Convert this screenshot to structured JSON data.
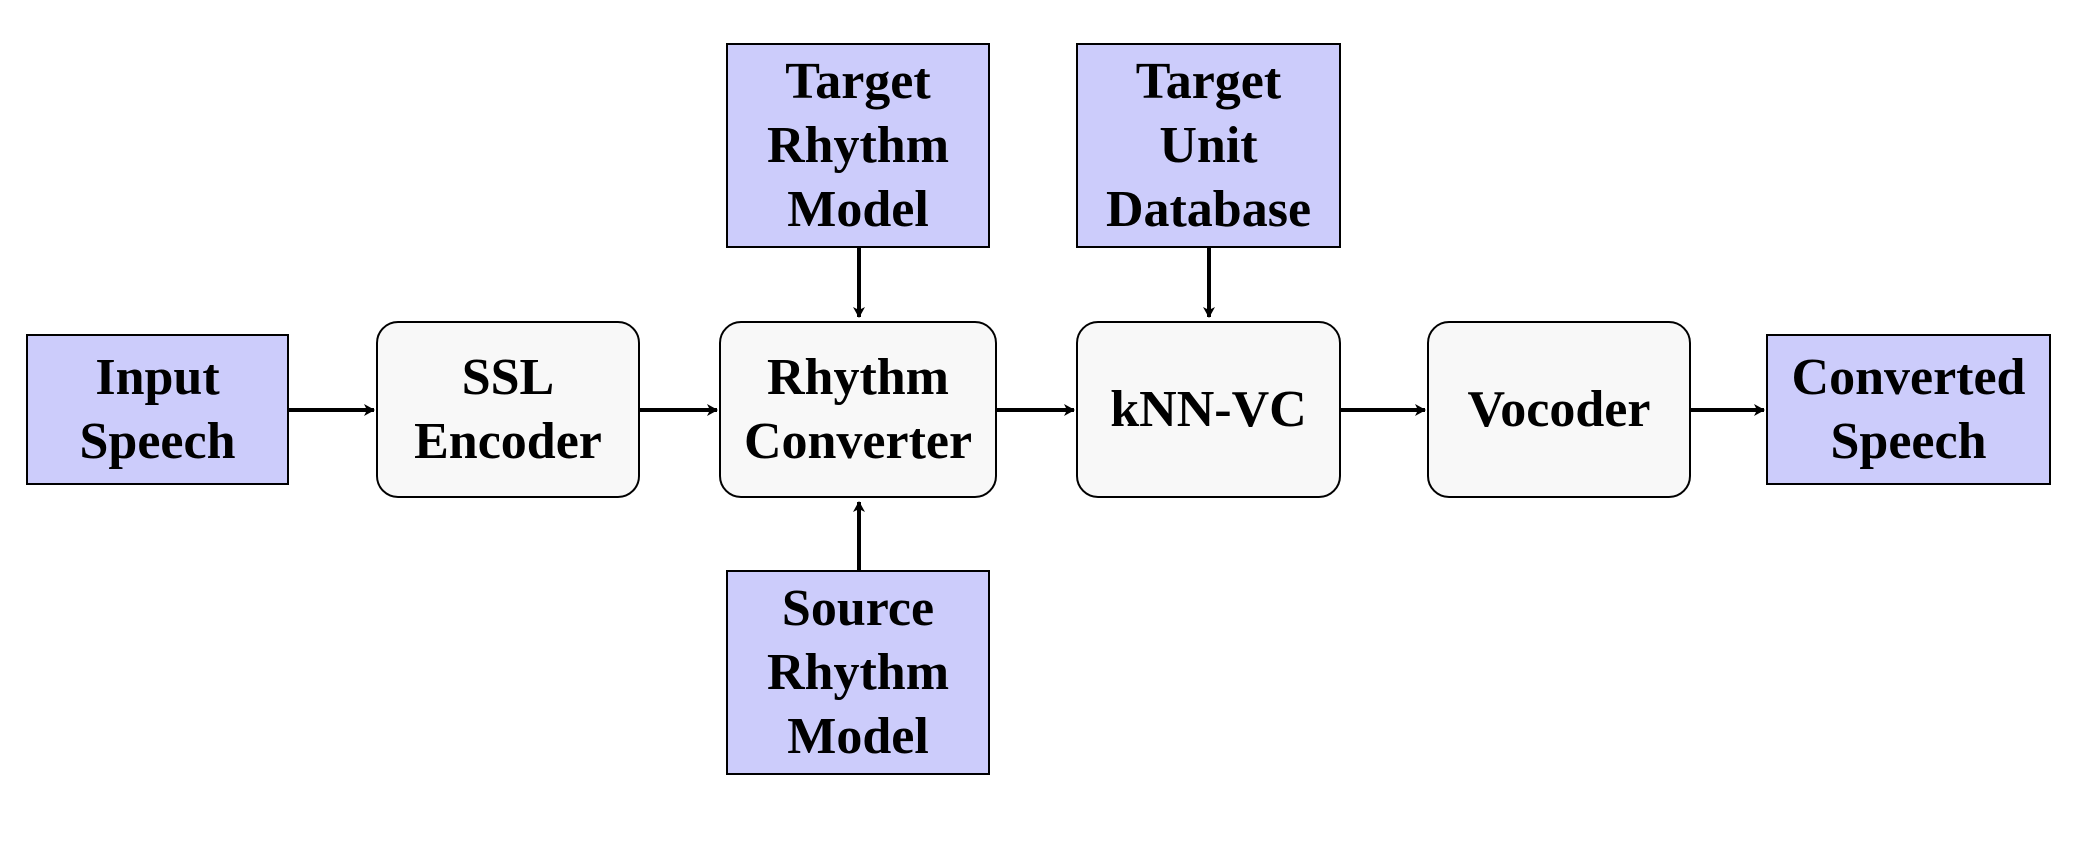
{
  "nodes": {
    "input_speech": {
      "label": "Input\nSpeech"
    },
    "ssl_encoder": {
      "label": "SSL\nEncoder"
    },
    "rhythm_converter": {
      "label": "Rhythm\nConverter"
    },
    "knn_vc": {
      "label": "kNN-VC"
    },
    "vocoder": {
      "label": "Vocoder"
    },
    "converted_speech": {
      "label": "Converted\nSpeech"
    },
    "target_rhythm_model": {
      "label": "Target\nRhythm\nModel"
    },
    "target_unit_database": {
      "label": "Target\nUnit\nDatabase"
    },
    "source_rhythm_model": {
      "label": "Source\nRhythm\nModel"
    }
  },
  "edges": [
    {
      "from": "input_speech",
      "to": "ssl_encoder"
    },
    {
      "from": "ssl_encoder",
      "to": "rhythm_converter"
    },
    {
      "from": "rhythm_converter",
      "to": "knn_vc"
    },
    {
      "from": "knn_vc",
      "to": "vocoder"
    },
    {
      "from": "vocoder",
      "to": "converted_speech"
    },
    {
      "from": "target_rhythm_model",
      "to": "rhythm_converter"
    },
    {
      "from": "target_unit_database",
      "to": "knn_vc"
    },
    {
      "from": "source_rhythm_model",
      "to": "rhythm_converter"
    }
  ],
  "colors": {
    "data_fill": "#ccccfb",
    "process_fill": "#f8f8f8",
    "stroke": "#000000"
  }
}
